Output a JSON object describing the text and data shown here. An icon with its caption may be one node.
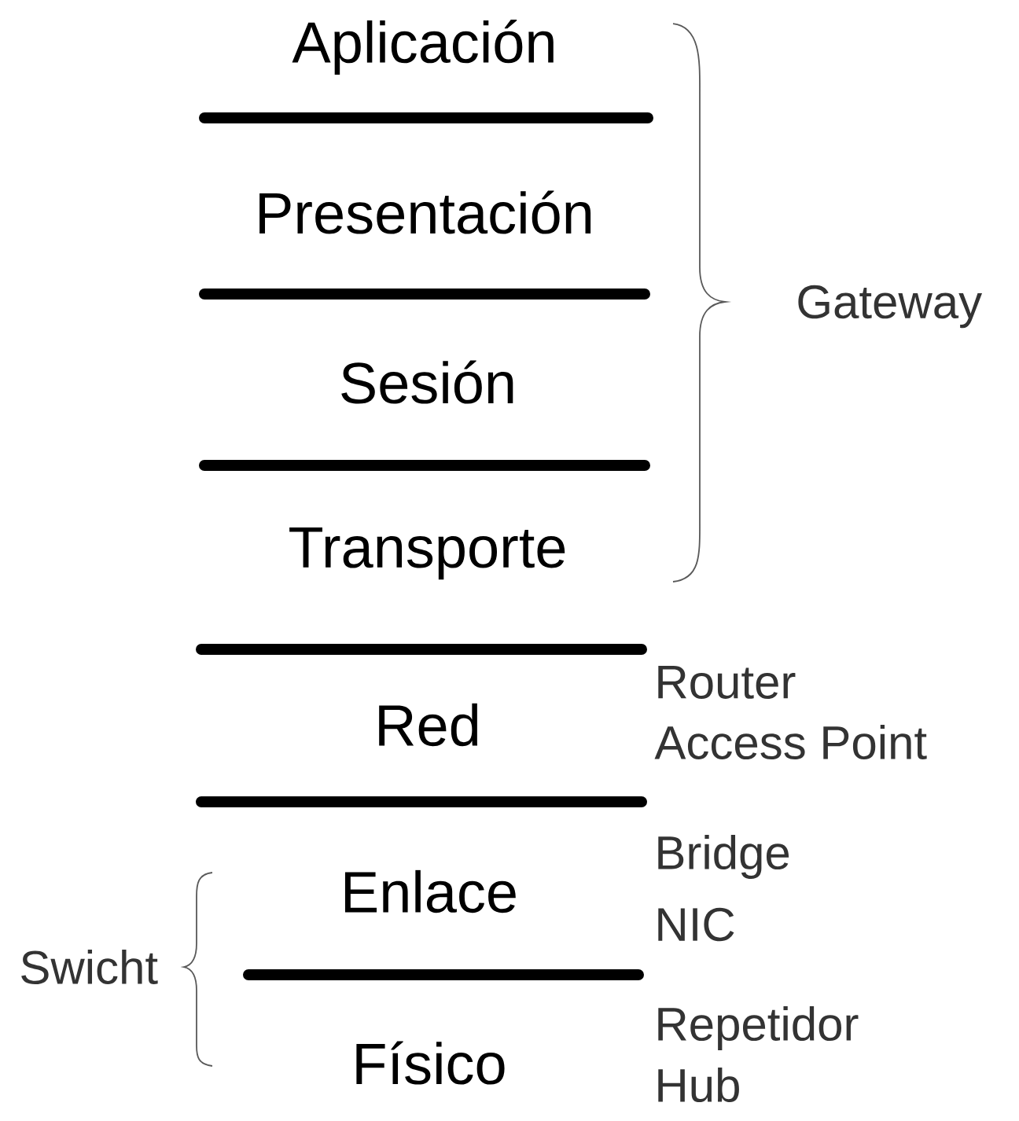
{
  "diagram": {
    "labels": [
      "Aplicación",
      "Presentación",
      "Gateway",
      "Sesión",
      "Transporte",
      "Router",
      "Red",
      "Access Point",
      "Bridge",
      "Enlace",
      "NIC",
      "Swicht",
      "Repetidor",
      "Físico",
      "Hub"
    ]
  }
}
